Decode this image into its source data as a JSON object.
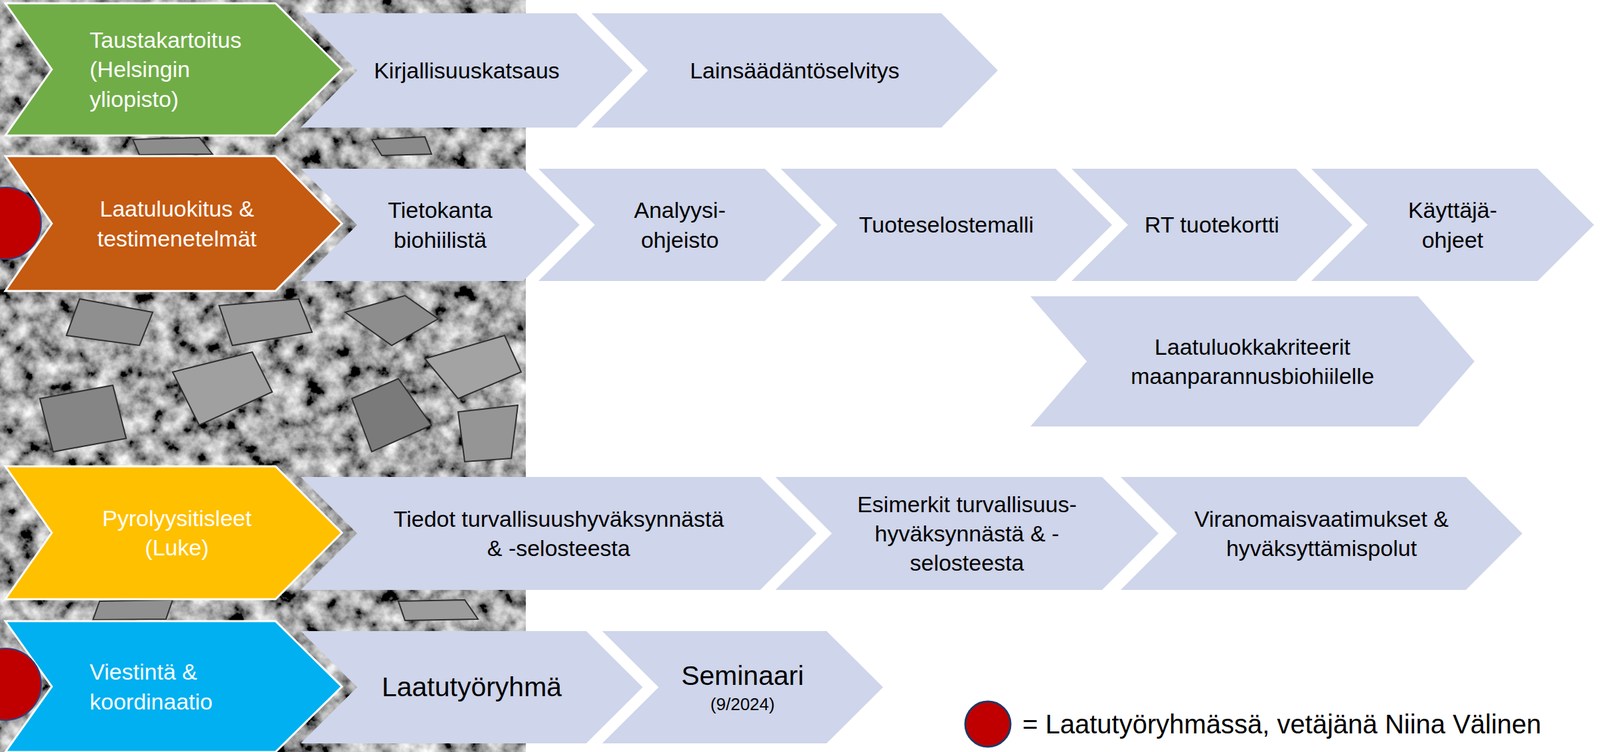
{
  "diagram": {
    "nodes": [
      {
        "text": [
          "Taustakartoitus (Helsingin yliopisto)"
        ]
      },
      {
        "text": [
          "Kirjallisuuskatsaus"
        ]
      },
      {
        "text": [
          "Lainsäädäntöselvitys"
        ]
      },
      {
        "text": [
          "Laatuluokitus & testimenetelmät"
        ]
      },
      {
        "text": [
          "Tietokanta biohiilistä"
        ]
      },
      {
        "text": [
          "Analyysi- ohjeisto"
        ]
      },
      {
        "text": [
          "Tuoteselostemalli"
        ]
      },
      {
        "text": [
          "RT tuotekortti"
        ]
      },
      {
        "text": [
          "Käyttäjä- ohjeet"
        ]
      },
      {
        "text": [
          "Laatuluokkakriteerit maanparannusbiohiilelle"
        ]
      },
      {
        "text": [
          "Pyrolyysitisleet (Luke)"
        ]
      },
      {
        "text": [
          "Tiedot turvallisuushyväksynnästä & -selosteesta"
        ]
      },
      {
        "text": [
          "Esimerkit turvallisuus- hyväksynnästä & - selosteesta"
        ]
      },
      {
        "text": [
          "Viranomaisvaatimukset & hyväksyttämispolut"
        ]
      },
      {
        "text": [
          "Viestintä & koordinaatio"
        ]
      },
      {
        "text": [
          "Laatutyöryhmä"
        ]
      },
      {
        "text": [
          "Seminaari",
          "(9/2024)"
        ]
      }
    ],
    "legend": [
      {
        "text": "= Laatutyöryhmässä, vetäjänä Niina Välinen",
        "color": "#c00000"
      }
    ]
  }
}
